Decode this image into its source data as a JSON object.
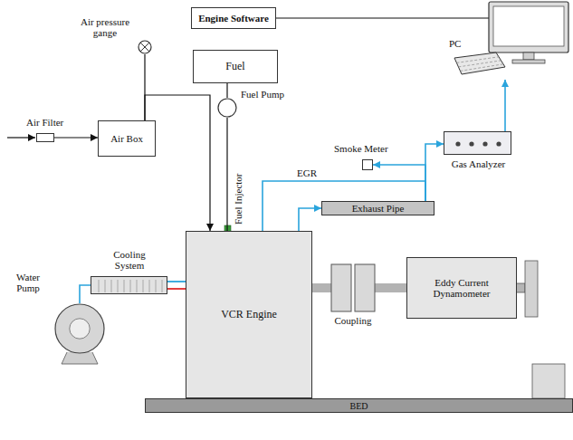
{
  "diagram": {
    "nodes": [
      {
        "text": [
          "Engine Software"
        ]
      },
      {
        "text": [
          "PC"
        ]
      },
      {
        "text": [
          "Fuel"
        ]
      },
      {
        "text": [
          "Fuel Pump"
        ]
      },
      {
        "text": [
          "Air pressure gange"
        ]
      },
      {
        "text": [
          "Smoke Meter"
        ]
      },
      {
        "text": [
          "Gas Analyzer"
        ]
      },
      {
        "text": [
          "Air Filter"
        ]
      },
      {
        "text": [
          "Air Box"
        ]
      },
      {
        "text": [
          "Exhaust Pipe"
        ]
      },
      {
        "text": [
          "Cooling System"
        ]
      },
      {
        "text": [
          "VCR Engine"
        ]
      },
      {
        "text": [
          "Water Pump"
        ]
      },
      {
        "text": [
          "Coupling"
        ]
      },
      {
        "text": [
          "Eddy Current Dynamometer"
        ]
      },
      {
        "text": [
          "BED"
        ]
      }
    ],
    "edges": [
      {
        "from": 0,
        "to": 1,
        "arrow": "none"
      },
      {
        "from": 6,
        "to": 1,
        "arrow": "to"
      },
      {
        "from": 2,
        "to": 3,
        "arrow": "none"
      },
      {
        "from": 3,
        "to": 11,
        "arrow": "none"
      },
      {
        "from": 8,
        "to": 4,
        "arrow": "none"
      },
      {
        "from": 8,
        "to": 11,
        "arrow": "to"
      },
      {
        "from": 7,
        "to": 8,
        "arrow": "to"
      },
      {
        "from": 11,
        "to": 9,
        "arrow": "to"
      },
      {
        "from": 9,
        "to": 6,
        "arrow": "to"
      },
      {
        "from": 9,
        "to": 5,
        "arrow": "to"
      },
      {
        "from": 9,
        "to": 11,
        "label": "EGR",
        "arrow": "none"
      },
      {
        "from": 10,
        "to": 11,
        "arrow": "none"
      },
      {
        "from": 12,
        "to": 10,
        "arrow": "none"
      },
      {
        "from": 11,
        "to": 13,
        "arrow": "none"
      },
      {
        "from": 13,
        "to": 14,
        "arrow": "none"
      }
    ],
    "labels": [
      "Fuel Injector"
    ]
  }
}
